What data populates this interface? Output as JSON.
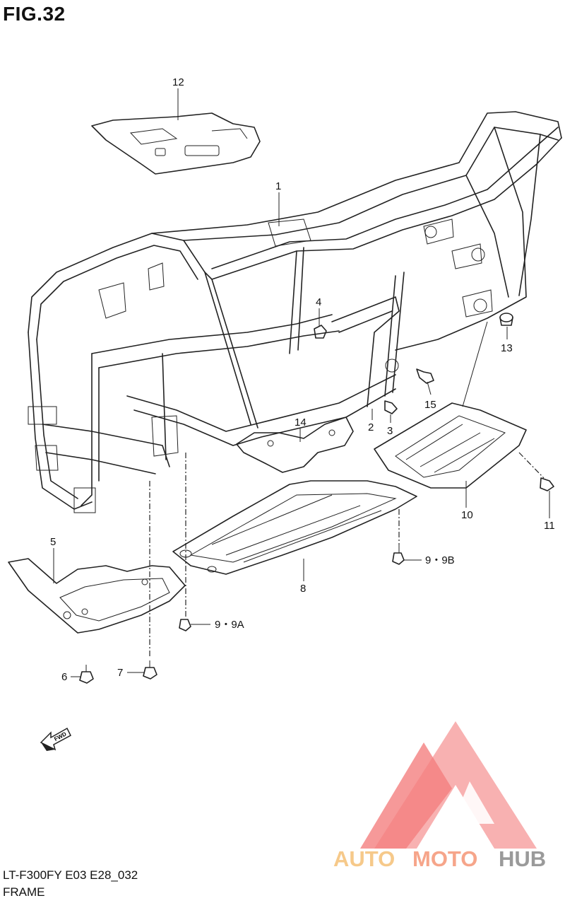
{
  "figure": {
    "title": "FIG.32",
    "model_code": "LT-F300FY E03 E28_032",
    "section_name": "FRAME"
  },
  "callouts": [
    {
      "id": "c12",
      "label": "12"
    },
    {
      "id": "c1",
      "label": "1"
    },
    {
      "id": "c4",
      "label": "4"
    },
    {
      "id": "c13",
      "label": "13"
    },
    {
      "id": "c15",
      "label": "15"
    },
    {
      "id": "c2",
      "label": "2"
    },
    {
      "id": "c3",
      "label": "3"
    },
    {
      "id": "c14",
      "label": "14"
    },
    {
      "id": "c10",
      "label": "10"
    },
    {
      "id": "c11",
      "label": "11"
    },
    {
      "id": "c9b",
      "label": "9・9B"
    },
    {
      "id": "c8",
      "label": "8"
    },
    {
      "id": "c5",
      "label": "5"
    },
    {
      "id": "c9a",
      "label": "9・9A"
    },
    {
      "id": "c6",
      "label": "6"
    },
    {
      "id": "c7",
      "label": "7"
    }
  ],
  "fwd_arrow": {
    "label": "FWD"
  },
  "watermark": {
    "text_part1": "AUTO",
    "text_part2": "MOTO",
    "text_part3": "HUB",
    "colors": {
      "logo": "#f58b8b",
      "auto": "#f6c98a",
      "moto": "#f6a58a",
      "hub": "#9a9a9a"
    }
  }
}
